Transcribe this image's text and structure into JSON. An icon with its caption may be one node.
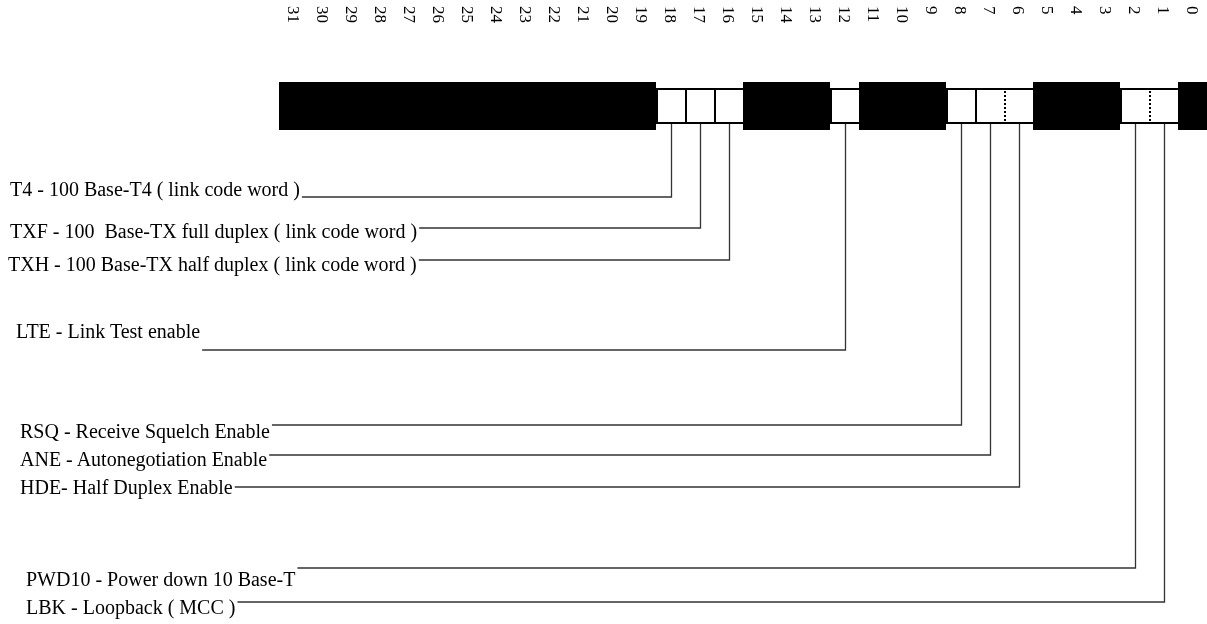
{
  "diagram": {
    "nodes": [
      {
        "text": [],
        "shape": "box"
      },
      {
        "text": [],
        "shape": "box"
      },
      {
        "text": [],
        "shape": "box"
      },
      {
        "text": [],
        "shape": "box"
      },
      {
        "text": [],
        "shape": "box"
      },
      {
        "text": [],
        "shape": "box"
      },
      {
        "text": [],
        "shape": "box"
      },
      {
        "text": [],
        "shape": "box"
      },
      {
        "text": [],
        "shape": "box"
      },
      {
        "text": [
          "T4 - 100 Base-T4 ( link code word )"
        ]
      },
      {
        "text": [
          "TXF - 100  Base-TX full duplex ( link code word )"
        ]
      },
      {
        "text": [
          "TXH - 100 Base-TX half duplex ( link code word )"
        ]
      },
      {
        "text": [
          "LTE - Link Test enable"
        ]
      },
      {
        "text": [
          "RSQ - Receive Squelch Enable"
        ]
      },
      {
        "text": [
          "ANE - Autonegotiation Enable"
        ]
      },
      {
        "text": [
          "HDE- Half Duplex Enable"
        ]
      },
      {
        "text": [
          "PWD10 - Power down 10 Base-T"
        ]
      },
      {
        "text": [
          "LBK - Loopback ( MCC )"
        ]
      }
    ],
    "edges": [
      {
        "from": 9,
        "to": 0,
        "arrow": "none"
      },
      {
        "from": 10,
        "to": 1,
        "arrow": "none"
      },
      {
        "from": 11,
        "to": 2,
        "arrow": "none"
      },
      {
        "from": 12,
        "to": 3,
        "arrow": "none"
      },
      {
        "from": 13,
        "to": 4,
        "arrow": "none"
      },
      {
        "from": 14,
        "to": 5,
        "arrow": "none"
      },
      {
        "from": 15,
        "to": 6,
        "arrow": "none"
      },
      {
        "from": 16,
        "to": 7,
        "arrow": "none"
      },
      {
        "from": 17,
        "to": 8,
        "arrow": "none"
      }
    ],
    "labels": [
      "31",
      "30",
      "29",
      "28",
      "27",
      "26",
      "25",
      "24",
      "23",
      "22",
      "21",
      "20",
      "19",
      "18",
      "17",
      "16",
      "15",
      "14",
      "13",
      "12",
      "11",
      "10",
      "9",
      "8",
      "7",
      "6",
      "5",
      "4",
      "3",
      "2",
      "1",
      "0"
    ]
  }
}
